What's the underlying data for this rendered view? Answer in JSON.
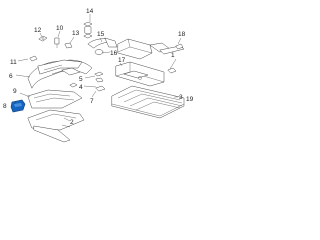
{
  "diagram": {
    "callouts": {
      "c1": "1",
      "c2": "2",
      "c3": "3",
      "c4": "4",
      "c5": "5",
      "c6": "6",
      "c7": "7",
      "c8": "8",
      "c9": "9",
      "c10": "10",
      "c11": "11",
      "c12": "12",
      "c13": "13",
      "c14": "14",
      "c15": "15",
      "c16": "16",
      "c17": "17",
      "c18": "18",
      "c19": "19"
    },
    "highlight_part": "8",
    "highlight_color": "#1565c0"
  }
}
